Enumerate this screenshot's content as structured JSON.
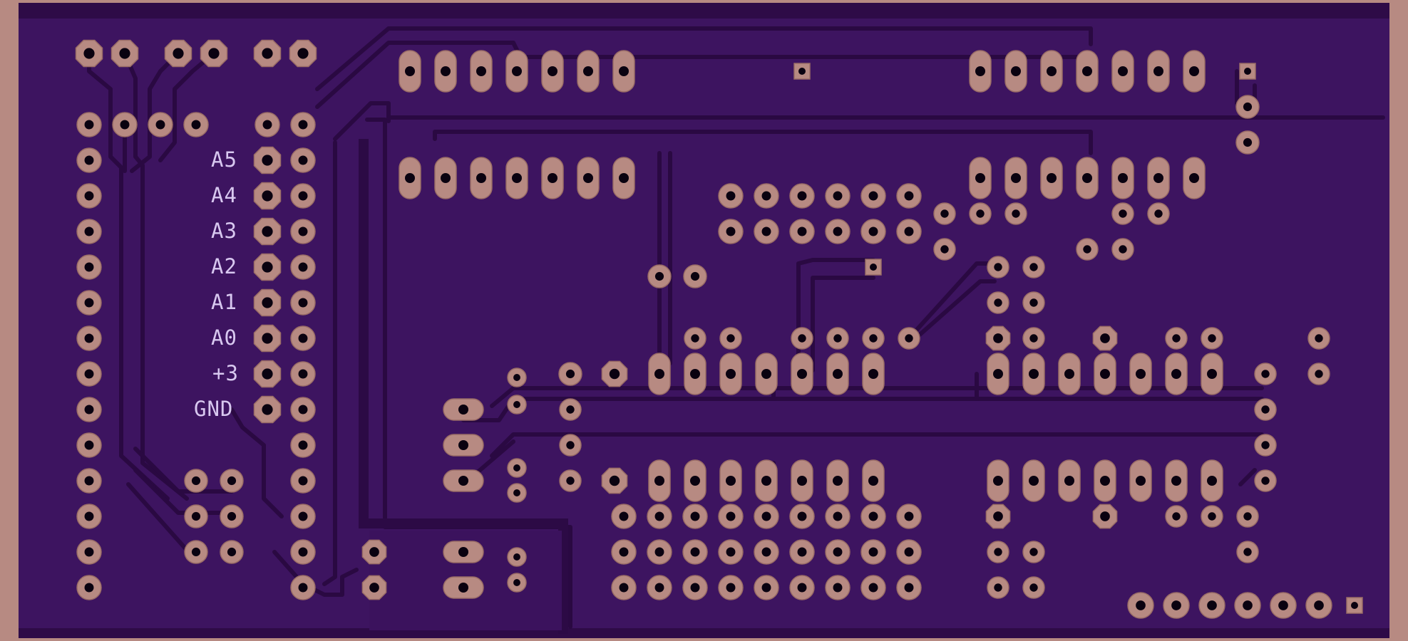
{
  "board": {
    "colors": {
      "substrate": "#3d1460",
      "copper": "#2e0b47",
      "copper_edge": "#250838",
      "pad": "#b78a82",
      "pad_edge": "#9a6c66",
      "drill": "#0a0210",
      "frame": "#b78a82",
      "silkscreen": "#d8c8f0"
    },
    "silkscreen_labels": [
      "A5",
      "A4",
      "A3",
      "A2",
      "A1",
      "A0",
      "+3",
      "GND"
    ]
  }
}
